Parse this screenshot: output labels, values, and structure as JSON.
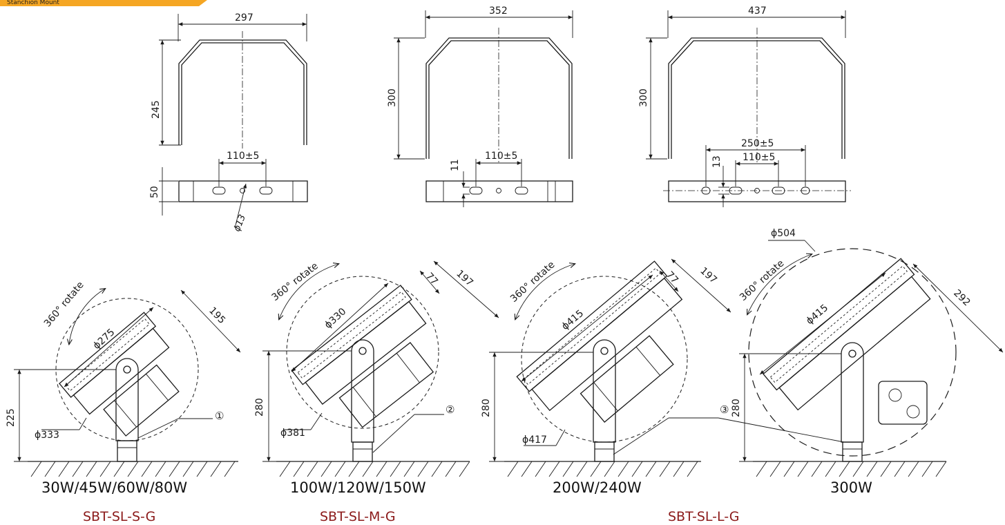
{
  "banner": {
    "text": "Stanchion Mount",
    "color": "#f5a623"
  },
  "brackets": [
    {
      "width": "297",
      "height": "245",
      "hole_spacing": "110±5",
      "base_height": "50",
      "hole_dia": "ϕ13"
    },
    {
      "width": "352",
      "height": "300",
      "hole_spacing": "110±5",
      "slot": "11"
    },
    {
      "width": "437",
      "height": "300",
      "hole_spacing_outer": "250±5",
      "hole_spacing_inner": "110±5",
      "slot": "13"
    }
  ],
  "lamps": [
    {
      "rotate": "360° rotate",
      "lamp_dia": "ϕ275",
      "depth": "195",
      "mount_h": "225",
      "sweep_dia": "ϕ333",
      "callout": "①",
      "power": "30W/45W/60W/80W",
      "model": "SBT-SL-S-G"
    },
    {
      "rotate": "360° rotate",
      "lamp_dia": "ϕ330",
      "depth": "197",
      "box": "77",
      "mount_h": "280",
      "sweep_dia": "ϕ381",
      "callout": "②",
      "power": "100W/120W/150W",
      "model": "SBT-SL-M-G"
    },
    {
      "rotate": "360° rotate",
      "lamp_dia": "ϕ415",
      "depth": "197",
      "box": "77",
      "mount_h": "280",
      "sweep_dia": "ϕ417",
      "callout": "③",
      "power": "200W/240W",
      "model": "SBT-SL-L-G"
    },
    {
      "rotate": "360° rotate",
      "lamp_dia": "ϕ415",
      "depth": "292",
      "mount_h": "280",
      "sweep_dia": "ϕ504",
      "power": "300W"
    }
  ],
  "colors": {
    "line": "#1a1a1a",
    "model_text": "#8b1a1a",
    "banner": "#f5a623"
  }
}
